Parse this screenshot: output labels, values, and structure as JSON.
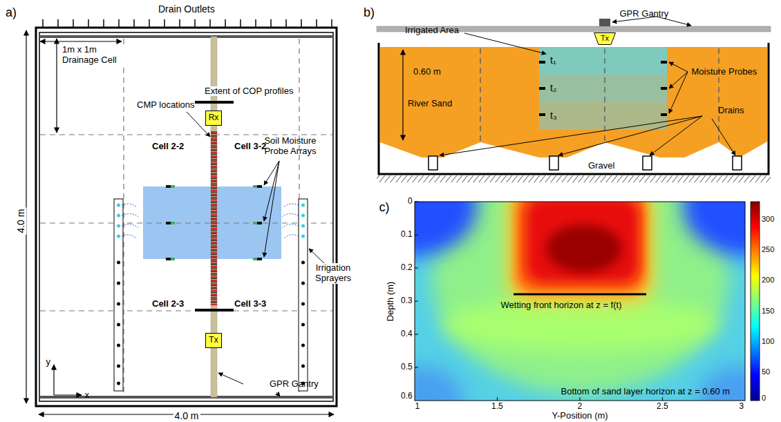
{
  "diagram": {
    "nodes": [
      {
        "text": [
          "Rx"
        ]
      },
      {
        "text": [
          "Tx"
        ]
      },
      {
        "text": [
          "Tx"
        ]
      },
      {
        "text": [
          "t₁"
        ]
      },
      {
        "text": [
          "t₂"
        ]
      },
      {
        "text": [
          "t₃"
        ]
      }
    ],
    "labels": [
      "a)",
      "Drain Outlets",
      "1m x 1m Drainage Cell",
      "4.0 m",
      "Extent of COP profiles",
      "CMP locations",
      "Cell 2-2",
      "Cell 3-2",
      "Soil Moisture Probe Arrays",
      "Cell 2-3",
      "Cell 3-3",
      "Irrigation Sprayers",
      "y",
      "x",
      "GPR Gantry",
      "4.0 m",
      "b)",
      "Irrigated Area",
      "GPR Gantry",
      "Moisture Probes",
      "0.60 m",
      "River Sand",
      "Drains",
      "Gravel",
      "c)",
      "Depth (m)",
      "Y-Position (m)",
      "Wetting front horizon at z = f(t)",
      "Bottom of sand layer horizon at z = 0.60 m",
      "0",
      "0.1",
      "0.2",
      "0.3",
      "0.4",
      "0.5",
      "0.6",
      "1",
      "1.5",
      "2",
      "2.5",
      "3",
      "300",
      "250",
      "200",
      "150",
      "100",
      "50",
      "0"
    ]
  }
}
